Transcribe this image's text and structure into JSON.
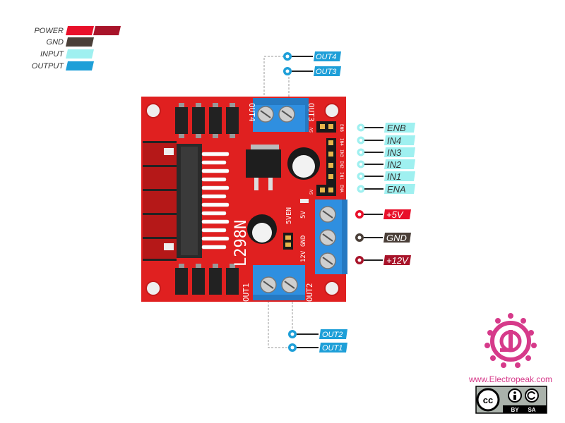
{
  "legend": {
    "power": "POWER",
    "gnd": "GND",
    "input": "INPUT",
    "output": "OUTPUT"
  },
  "colors": {
    "board": "#e02020",
    "board_dark": "#b51818",
    "power": "#e8102a",
    "power_dark": "#a8142a",
    "gnd": "#4a3f38",
    "input": "#9ff0f0",
    "output": "#1e9fd8",
    "terminal": "#2f8fe0",
    "logo": "#d63a8a"
  },
  "pins": {
    "out4": "OUT4",
    "out3": "OUT3",
    "out2": "OUT2",
    "out1": "OUT1",
    "enb": "ENB",
    "in4": "IN4",
    "in3": "IN3",
    "in2": "IN2",
    "in1": "IN1",
    "ena": "ENA",
    "v5": "+5V",
    "gnd": "GND",
    "v12": "+12V"
  },
  "board": {
    "chip": "L298N",
    "silk_out4": "OUT4",
    "silk_out3": "OUT3",
    "silk_out1": "OUT1",
    "silk_out2": "OUT2",
    "silk_5ven": "5VEN",
    "silk_5v": "5V",
    "silk_gnd": "GND",
    "silk_12v": "12V",
    "silk_hdr_5v_top": "5V",
    "silk_hdr_5v_bot": "5V",
    "silk_enb": "ENB",
    "silk_in4": "IN4",
    "silk_in3": "IN3",
    "silk_in2": "IN2",
    "silk_in1": "IN1",
    "silk_ena": "ENA"
  },
  "brand": {
    "website": "www.Electropeak.com",
    "by": "BY",
    "sa": "SA",
    "cc": "cc"
  }
}
